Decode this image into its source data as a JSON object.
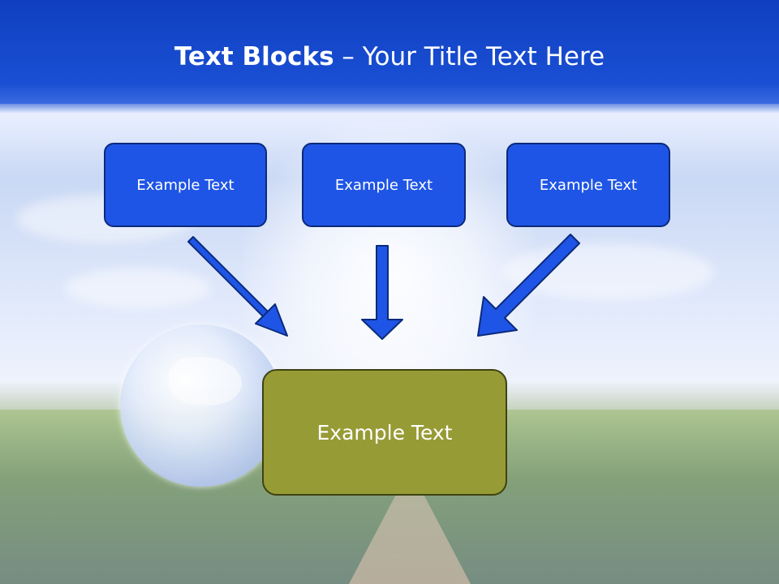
{
  "title": {
    "bold": "Text Blocks",
    "separator": " – ",
    "rest": "Your Title Text Here"
  },
  "blocks": [
    {
      "label": "Example Text"
    },
    {
      "label": "Example Text"
    },
    {
      "label": "Example Text"
    }
  ],
  "target": {
    "label": "Example Text"
  },
  "colors": {
    "header": "#1446c8",
    "block_fill": "#1f55e6",
    "block_border": "#0b2a7a",
    "target_fill": "#979b35",
    "arrow": "#1f55e6"
  }
}
